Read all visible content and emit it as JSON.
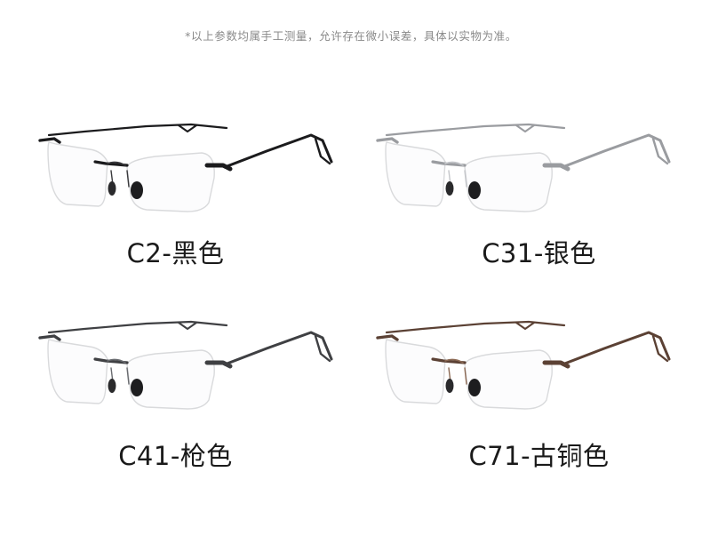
{
  "note": "*以上参数均属手工测量，允许存在微小误差，具体以实物为准。",
  "products": [
    {
      "label": "C2-黑色",
      "frame_color": "#1b1b1d",
      "accent_color": "#3a3a3d"
    },
    {
      "label": "C31-银色",
      "frame_color": "#9a9ca0",
      "accent_color": "#c4c6ca"
    },
    {
      "label": "C41-枪色",
      "frame_color": "#3f4043",
      "accent_color": "#6a6c70"
    },
    {
      "label": "C71-古铜色",
      "frame_color": "#5b4134",
      "accent_color": "#8c6a55"
    }
  ]
}
